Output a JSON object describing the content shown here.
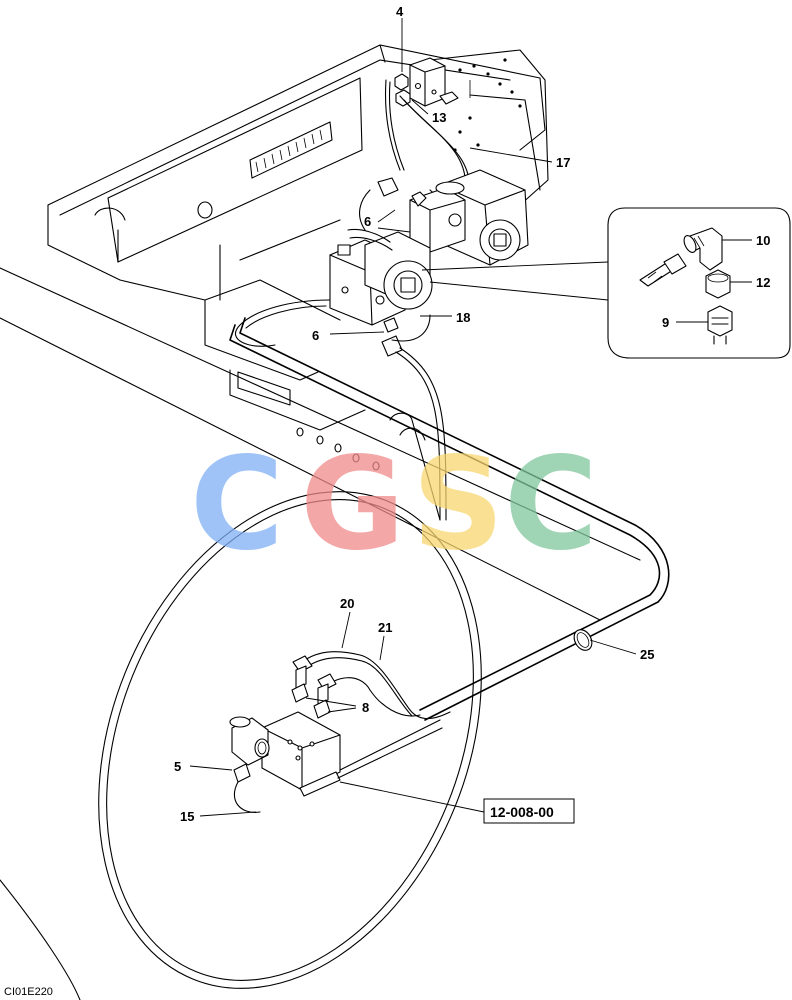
{
  "callouts": {
    "c4": "4",
    "c13": "13",
    "c17": "17",
    "c6a": "6",
    "c6b": "6",
    "c18": "18",
    "c10": "10",
    "c12": "12",
    "c9": "9",
    "c20": "20",
    "c21": "21",
    "c25": "25",
    "c8": "8",
    "c5": "5",
    "c15": "15"
  },
  "reference_box": "12-008-00",
  "drawing_code": "CI01E220",
  "watermark": {
    "letters": [
      "C",
      "G",
      "S",
      "C"
    ],
    "colors": [
      "#7fb0f5",
      "#f08a8a",
      "#f7d670",
      "#7fc79d"
    ]
  }
}
